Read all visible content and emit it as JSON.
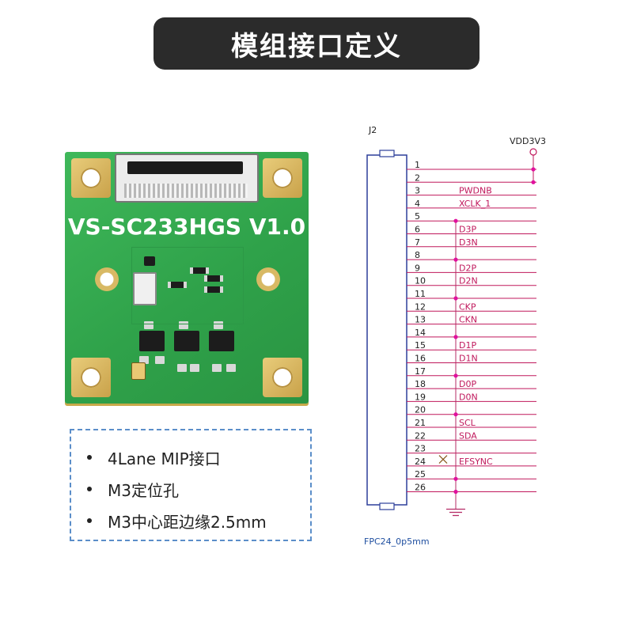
{
  "title": "模组接口定义",
  "board": {
    "silkscreen": "VS-SC233HGS V1.0"
  },
  "info": {
    "items": [
      "4Lane MIP接口",
      "M3定位孔",
      "M3中心距边缘2.5mm"
    ]
  },
  "schematic": {
    "ref": "J2",
    "power_label": "VDD3V3",
    "footprint": "FPC24_0p5mm",
    "colors": {
      "net": "#c0185c",
      "line": "#222222",
      "junction": "#e0119e",
      "gnd": "#b52b66"
    },
    "pins": [
      {
        "num": "1",
        "net": ""
      },
      {
        "num": "2",
        "net": ""
      },
      {
        "num": "3",
        "net": "PWDNB"
      },
      {
        "num": "4",
        "net": "XCLK_1"
      },
      {
        "num": "5",
        "net": ""
      },
      {
        "num": "6",
        "net": "D3P"
      },
      {
        "num": "7",
        "net": "D3N"
      },
      {
        "num": "8",
        "net": ""
      },
      {
        "num": "9",
        "net": "D2P"
      },
      {
        "num": "10",
        "net": "D2N"
      },
      {
        "num": "11",
        "net": ""
      },
      {
        "num": "12",
        "net": "CKP"
      },
      {
        "num": "13",
        "net": "CKN"
      },
      {
        "num": "14",
        "net": ""
      },
      {
        "num": "15",
        "net": "D1P"
      },
      {
        "num": "16",
        "net": "D1N"
      },
      {
        "num": "17",
        "net": ""
      },
      {
        "num": "18",
        "net": "D0P"
      },
      {
        "num": "19",
        "net": "D0N"
      },
      {
        "num": "20",
        "net": ""
      },
      {
        "num": "21",
        "net": "SCL"
      },
      {
        "num": "22",
        "net": "SDA"
      },
      {
        "num": "23",
        "net": ""
      },
      {
        "num": "24",
        "net": "EFSYNC"
      },
      {
        "num": "25",
        "net": ""
      },
      {
        "num": "26",
        "net": ""
      }
    ]
  }
}
